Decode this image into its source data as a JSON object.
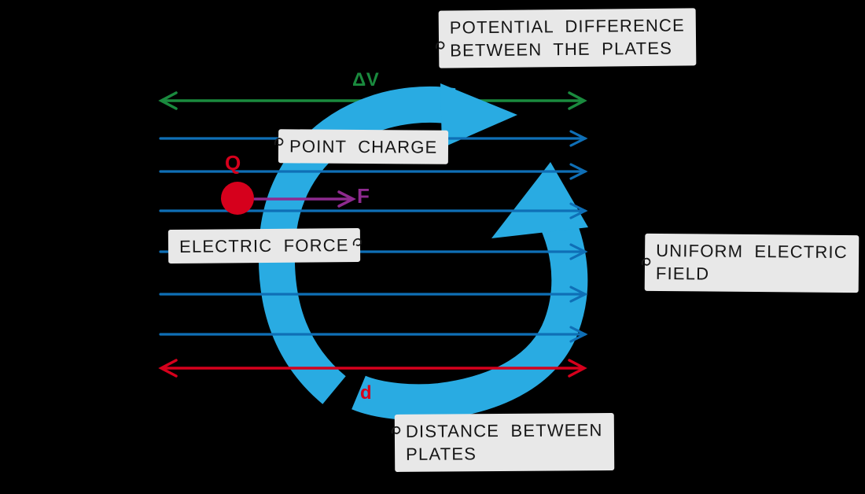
{
  "labels": {
    "potential_difference": {
      "lines": [
        "POTENTIAL DIFFERENCE",
        "BETWEEN THE PLATES"
      ]
    },
    "point_charge": {
      "text": "POINT CHARGE"
    },
    "electric_force": {
      "text": "ELECTRIC FORCE"
    },
    "uniform_field": {
      "lines": [
        "UNIFORM ELECTRIC",
        "FIELD"
      ]
    },
    "distance": {
      "lines": [
        "DISTANCE BETWEEN",
        "PLATES"
      ]
    }
  },
  "symbols": {
    "potential_difference": "ΔV",
    "charge": "Q",
    "force": "F",
    "distance": "d"
  },
  "colors": {
    "background": "#000000",
    "field_lines": "#0f6fb6",
    "potential_arrow": "#1a8a3e",
    "distance_arrow": "#d6001c",
    "force_arrow": "#8e2a8f",
    "charge_dot": "#d6001c",
    "watermark": "#29abe2",
    "label_box_background": "#e8e8e8",
    "label_text": "#161616"
  }
}
